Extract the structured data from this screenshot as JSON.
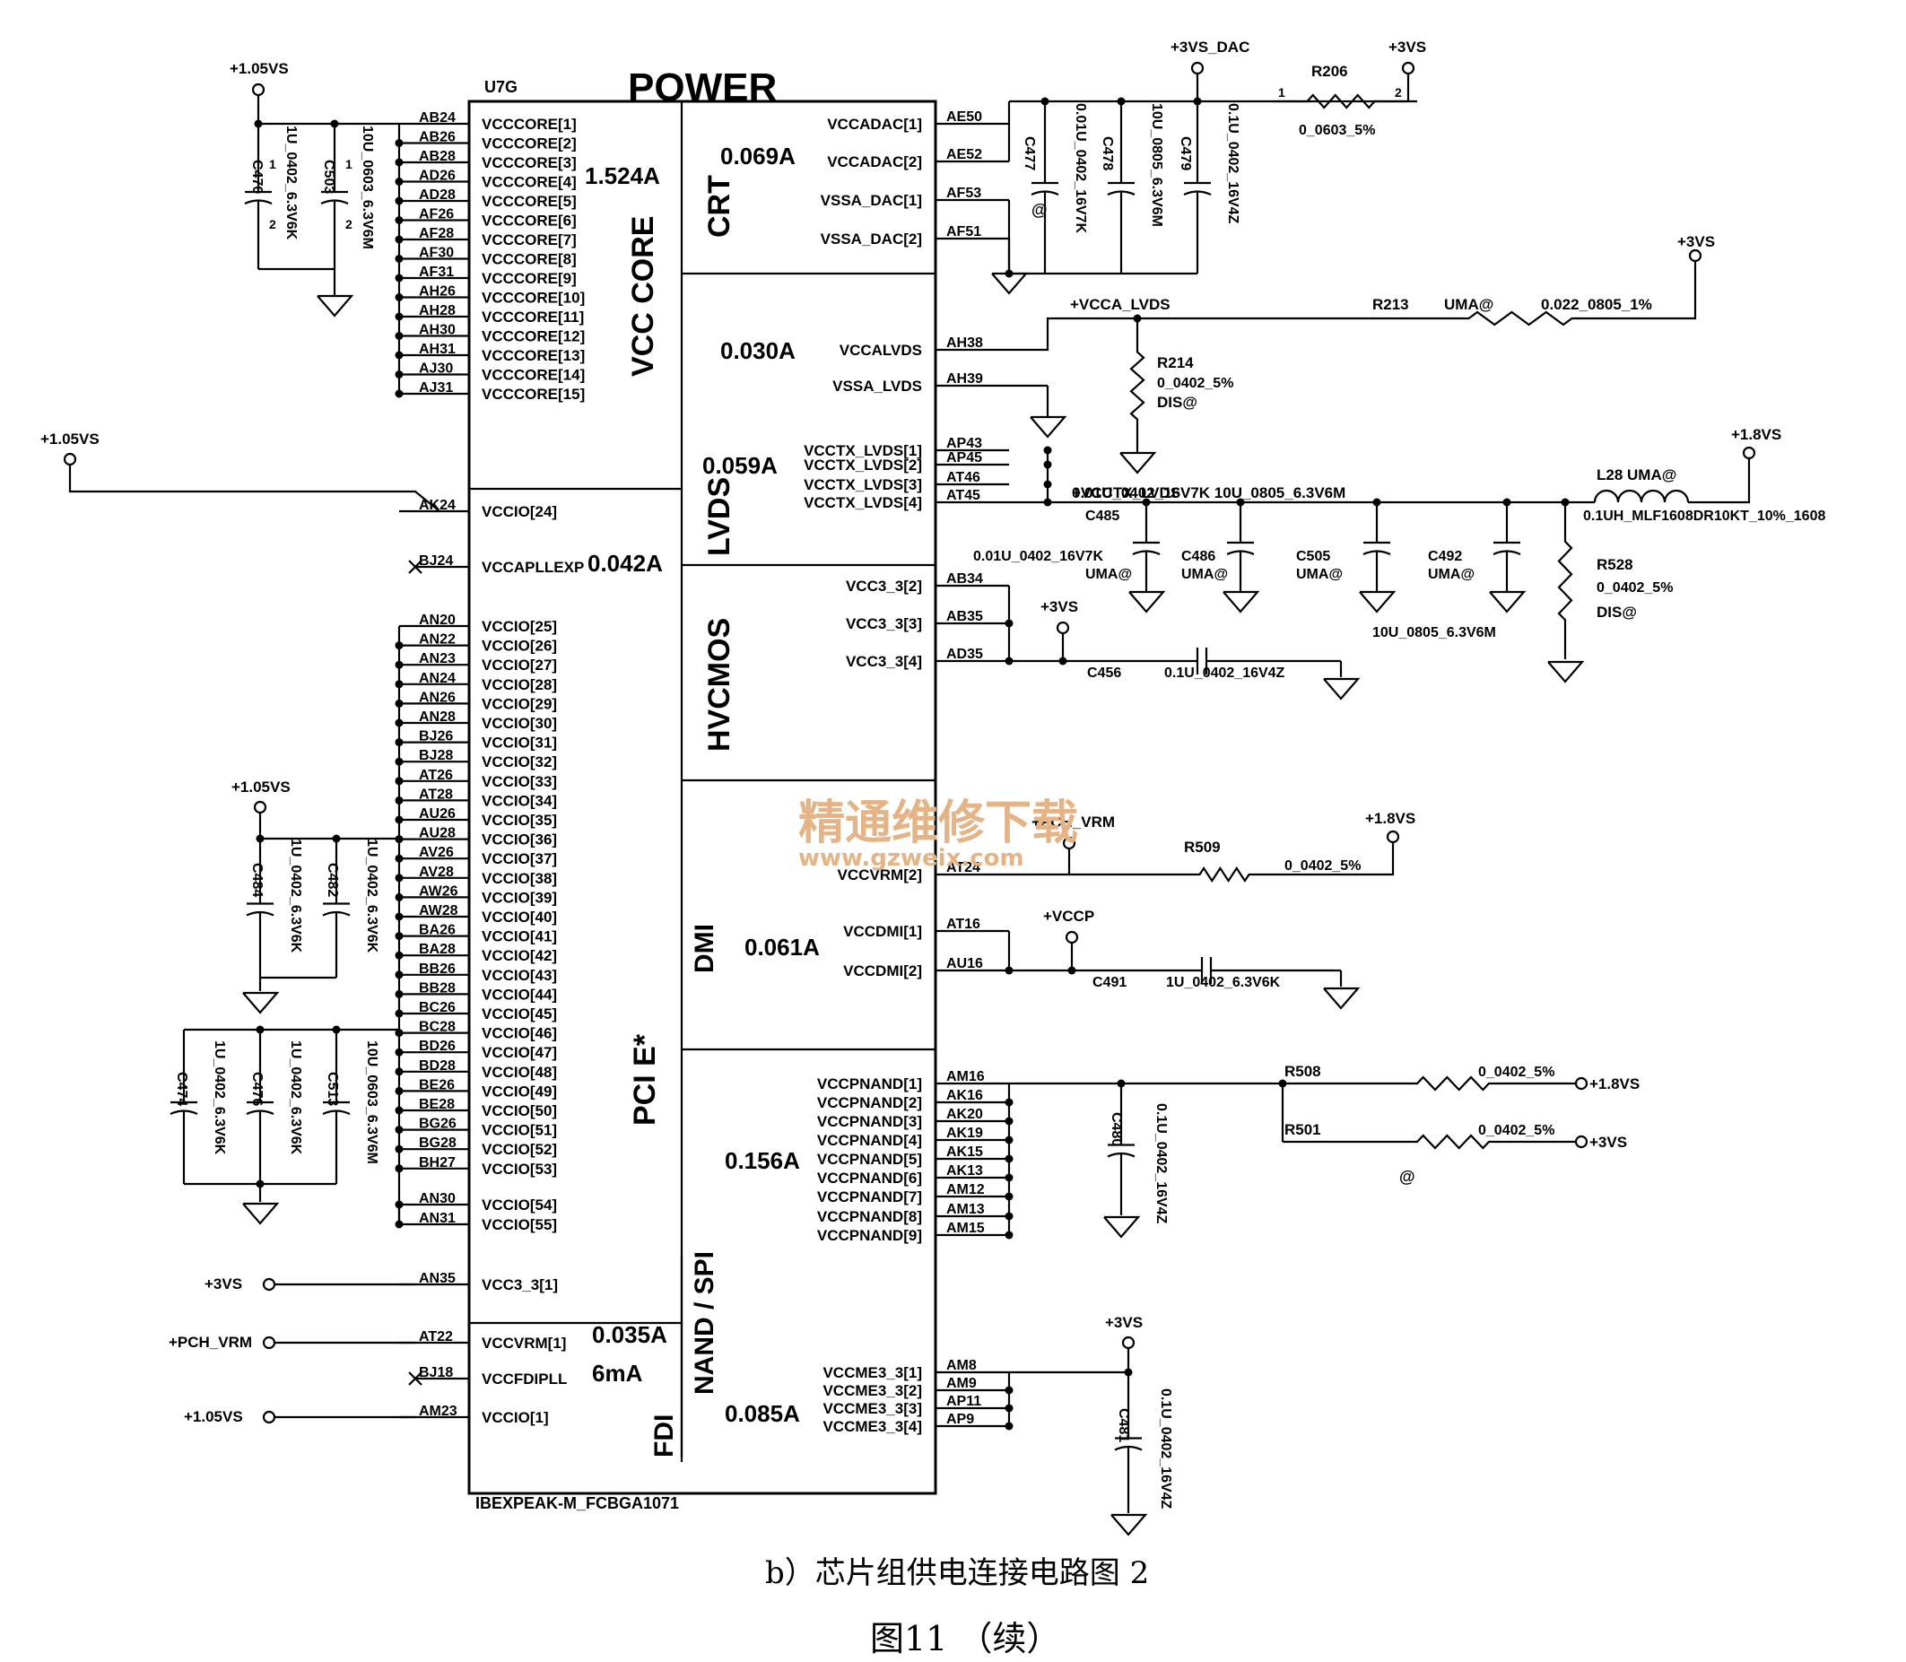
{
  "chip": {
    "ref": "U7G",
    "title": "POWER",
    "package": "IBEXPEAK-M_FCBGA1071"
  },
  "sections": {
    "vcc_core": "VCC CORE",
    "pcie": "PCI E*",
    "crt": "CRT",
    "lvds": "LVDS",
    "hvcmos": "HVCMOS",
    "dmi": "DMI",
    "nand_spi": "NAND / SPI",
    "fdi": "FDI"
  },
  "currents": {
    "core": "1.524A",
    "crt": "0.069A",
    "lvds_a": "0.030A",
    "lvds_tx": "0.059A",
    "pll": "0.042A",
    "dmi": "0.061A",
    "nand": "0.156A",
    "vrm": "0.035A",
    "fdipll": "6mA",
    "me": "0.085A"
  },
  "left_pins": [
    {
      "ball": "AB24",
      "name": "VCCCORE[1]"
    },
    {
      "ball": "AB26",
      "name": "VCCCORE[2]"
    },
    {
      "ball": "AB28",
      "name": "VCCCORE[3]"
    },
    {
      "ball": "AD26",
      "name": "VCCCORE[4]"
    },
    {
      "ball": "AD28",
      "name": "VCCCORE[5]"
    },
    {
      "ball": "AF26",
      "name": "VCCCORE[6]"
    },
    {
      "ball": "AF28",
      "name": "VCCCORE[7]"
    },
    {
      "ball": "AF30",
      "name": "VCCCORE[8]"
    },
    {
      "ball": "AF31",
      "name": "VCCCORE[9]"
    },
    {
      "ball": "AH26",
      "name": "VCCCORE[10]"
    },
    {
      "ball": "AH28",
      "name": "VCCCORE[11]"
    },
    {
      "ball": "AH30",
      "name": "VCCCORE[12]"
    },
    {
      "ball": "AH31",
      "name": "VCCCORE[13]"
    },
    {
      "ball": "AJ30",
      "name": "VCCCORE[14]"
    },
    {
      "ball": "AJ31",
      "name": "VCCCORE[15]"
    },
    {
      "ball": "AK24",
      "name": "VCCIO[24]"
    },
    {
      "ball": "BJ24",
      "name": "VCCAPLLEXP"
    },
    {
      "ball": "AN20",
      "name": "VCCIO[25]"
    },
    {
      "ball": "AN22",
      "name": "VCCIO[26]"
    },
    {
      "ball": "AN23",
      "name": "VCCIO[27]"
    },
    {
      "ball": "AN24",
      "name": "VCCIO[28]"
    },
    {
      "ball": "AN26",
      "name": "VCCIO[29]"
    },
    {
      "ball": "AN28",
      "name": "VCCIO[30]"
    },
    {
      "ball": "BJ26",
      "name": "VCCIO[31]"
    },
    {
      "ball": "BJ28",
      "name": "VCCIO[32]"
    },
    {
      "ball": "AT26",
      "name": "VCCIO[33]"
    },
    {
      "ball": "AT28",
      "name": "VCCIO[34]"
    },
    {
      "ball": "AU26",
      "name": "VCCIO[35]"
    },
    {
      "ball": "AU28",
      "name": "VCCIO[36]"
    },
    {
      "ball": "AV26",
      "name": "VCCIO[37]"
    },
    {
      "ball": "AV28",
      "name": "VCCIO[38]"
    },
    {
      "ball": "AW26",
      "name": "VCCIO[39]"
    },
    {
      "ball": "AW28",
      "name": "VCCIO[40]"
    },
    {
      "ball": "BA26",
      "name": "VCCIO[41]"
    },
    {
      "ball": "BA28",
      "name": "VCCIO[42]"
    },
    {
      "ball": "BB26",
      "name": "VCCIO[43]"
    },
    {
      "ball": "BB28",
      "name": "VCCIO[44]"
    },
    {
      "ball": "BC26",
      "name": "VCCIO[45]"
    },
    {
      "ball": "BC28",
      "name": "VCCIO[46]"
    },
    {
      "ball": "BD26",
      "name": "VCCIO[47]"
    },
    {
      "ball": "BD28",
      "name": "VCCIO[48]"
    },
    {
      "ball": "BE26",
      "name": "VCCIO[49]"
    },
    {
      "ball": "BE28",
      "name": "VCCIO[50]"
    },
    {
      "ball": "BG26",
      "name": "VCCIO[51]"
    },
    {
      "ball": "BG28",
      "name": "VCCIO[52]"
    },
    {
      "ball": "BH27",
      "name": "VCCIO[53]"
    },
    {
      "ball": "AN30",
      "name": "VCCIO[54]"
    },
    {
      "ball": "AN31",
      "name": "VCCIO[55]"
    },
    {
      "ball": "AN35",
      "name": "VCC3_3[1]"
    },
    {
      "ball": "AT22",
      "name": "VCCVRM[1]"
    },
    {
      "ball": "BJ18",
      "name": "VCCFDIPLL"
    },
    {
      "ball": "AM23",
      "name": "VCCIO[1]"
    }
  ],
  "right_pins": [
    {
      "ball": "AE50",
      "name": "VCCADAC[1]"
    },
    {
      "ball": "AE52",
      "name": "VCCADAC[2]"
    },
    {
      "ball": "AF53",
      "name": "VSSA_DAC[1]"
    },
    {
      "ball": "AF51",
      "name": "VSSA_DAC[2]"
    },
    {
      "ball": "AH38",
      "name": "VCCALVDS"
    },
    {
      "ball": "AH39",
      "name": "VSSA_LVDS"
    },
    {
      "ball": "AP43",
      "name": "VCCTX_LVDS[1]"
    },
    {
      "ball": "AP45",
      "name": "VCCTX_LVDS[2]"
    },
    {
      "ball": "AT46",
      "name": "VCCTX_LVDS[3]"
    },
    {
      "ball": "AT45",
      "name": "VCCTX_LVDS[4]"
    },
    {
      "ball": "AB34",
      "name": "VCC3_3[2]"
    },
    {
      "ball": "AB35",
      "name": "VCC3_3[3]"
    },
    {
      "ball": "AD35",
      "name": "VCC3_3[4]"
    },
    {
      "ball": "AT24",
      "name": "VCCVRM[2]"
    },
    {
      "ball": "AT16",
      "name": "VCCDMI[1]"
    },
    {
      "ball": "AU16",
      "name": "VCCDMI[2]"
    },
    {
      "ball": "AM16",
      "name": "VCCPNAND[1]"
    },
    {
      "ball": "AK16",
      "name": "VCCPNAND[2]"
    },
    {
      "ball": "AK20",
      "name": "VCCPNAND[3]"
    },
    {
      "ball": "AK19",
      "name": "VCCPNAND[4]"
    },
    {
      "ball": "AK15",
      "name": "VCCPNAND[5]"
    },
    {
      "ball": "AK13",
      "name": "VCCPNAND[6]"
    },
    {
      "ball": "AM12",
      "name": "VCCPNAND[7]"
    },
    {
      "ball": "AM13",
      "name": "VCCPNAND[8]"
    },
    {
      "ball": "AM15",
      "name": "VCCPNAND[9]"
    },
    {
      "ball": "AM8",
      "name": "VCCME3_3[1]"
    },
    {
      "ball": "AM9",
      "name": "VCCME3_3[2]"
    },
    {
      "ball": "AP11",
      "name": "VCCME3_3[3]"
    },
    {
      "ball": "AP9",
      "name": "VCCME3_3[4]"
    }
  ],
  "rails": {
    "v105_a": "+1.05VS",
    "v105_b": "+1.05VS",
    "v105_c": "+1.05VS",
    "v105_d": "+1.05VS",
    "v3_dac": "+3VS_DAC",
    "v3_a": "+3VS",
    "v3_b": "+3VS",
    "v3_c": "+3VS",
    "v3_d": "+3VS",
    "v3_e": "+3VS",
    "v3_f": "+3VS",
    "vcca_lvds": "+VCCA_LVDS",
    "vcctx_lvds": "+VCCTX_LVDS",
    "v18_a": "+1.8VS",
    "v18_b": "+1.8VS",
    "v18_c": "+1.8VS",
    "pch_vrm_a": "+PCH_VRM",
    "pch_vrm_b": "+PCH_VRM",
    "vccp": "+VCCP"
  },
  "components": {
    "c470": {
      "ref": "C470",
      "value": "1U_0402_6.3V6K"
    },
    "c503": {
      "ref": "C503",
      "value": "10U_0603_6.3V6M"
    },
    "c484": {
      "ref": "C484",
      "value": "1U_0402_6.3V6K"
    },
    "c482": {
      "ref": "C482",
      "value": "1U_0402_6.3V6K"
    },
    "c474": {
      "ref": "C474",
      "value": "1U_0402_6.3V6K"
    },
    "c476": {
      "ref": "C476",
      "value": "1U_0402_6.3V6K"
    },
    "c513": {
      "ref": "C513",
      "value": "10U_0603_6.3V6M"
    },
    "c477": {
      "ref": "C477",
      "value": "0.01U_0402_16V7K",
      "tag": "@"
    },
    "c478": {
      "ref": "C478",
      "value": "10U_0805_6.3V6M"
    },
    "c479": {
      "ref": "C479",
      "value": "0.1U_0402_16V4Z"
    },
    "r206": {
      "ref": "R206",
      "value": "0_0603_5%"
    },
    "r213": {
      "ref": "R213",
      "tag": "UMA@",
      "value": "0.022_0805_1%"
    },
    "r214": {
      "ref": "R214",
      "value": "0_0402_5%",
      "tag": "DIS@"
    },
    "l28": {
      "ref": "L28",
      "tag": "UMA@",
      "value": "0.1UH_MLF1608DR10KT_10%_1608"
    },
    "c485": {
      "ref": "C485",
      "value": "0.01U_0402_16V7K",
      "tag": "UMA@"
    },
    "c486": {
      "ref": "C486",
      "tag": "UMA@"
    },
    "c505": {
      "ref": "C505",
      "tag": "UMA@",
      "value": "10U_0805_6.3V6M"
    },
    "c492": {
      "ref": "C492",
      "tag": "UMA@"
    },
    "r528": {
      "ref": "R528",
      "value": "0_0402_5%",
      "tag": "DIS@"
    },
    "c456": {
      "ref": "C456",
      "value": "0.1U_0402_16V4Z"
    },
    "r509": {
      "ref": "R509",
      "value": "0_0402_5%"
    },
    "c491": {
      "ref": "C491",
      "value": "1U_0402_6.3V6K"
    },
    "r508": {
      "ref": "R508",
      "value": "0_0402_5%"
    },
    "r501": {
      "ref": "R501",
      "value": "0_0402_5%",
      "tag": "@"
    },
    "c480": {
      "ref": "C480",
      "value": "0.1U_0402_16V4Z"
    },
    "c481": {
      "ref": "C481",
      "value": "0.1U_0402_16V4Z"
    }
  },
  "tx_caps_line": "0.01U_0402_16V7K 10U_0805_6.3V6M",
  "watermark": {
    "cn": "精通维修下载",
    "url": "www.gzweix.com"
  },
  "caption": {
    "sub": "b）芯片组供电连接电路图 2",
    "fig": "图11 （续）"
  }
}
